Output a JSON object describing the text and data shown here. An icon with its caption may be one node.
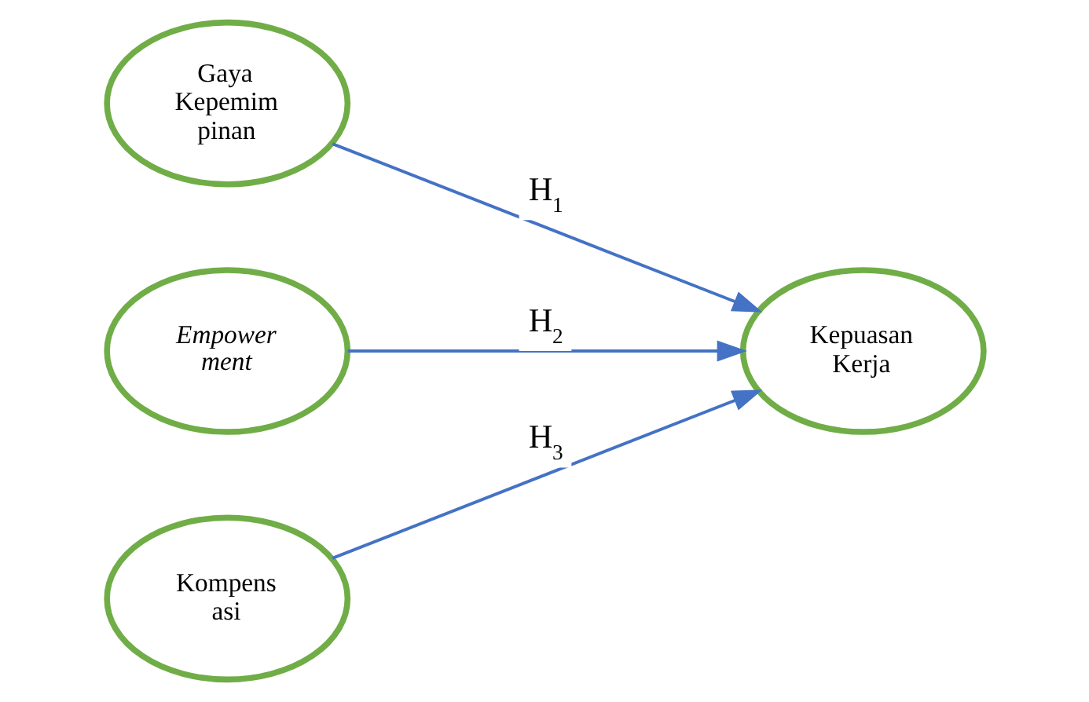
{
  "diagram": {
    "nodes": [
      {
        "text": [
          "Gaya Kepemim pinan"
        ]
      },
      {
        "text": [
          "Empower ment"
        ]
      },
      {
        "text": [
          "Kompens asi"
        ]
      },
      {
        "text": [
          "Kepuasan Kerja"
        ]
      }
    ],
    "edges": [
      {
        "from": 0,
        "to": 3,
        "arrow": "to",
        "label": "H$_{1}$"
      },
      {
        "from": 1,
        "to": 3,
        "arrow": "to",
        "label": "H$_{2}$"
      },
      {
        "from": 2,
        "to": 3,
        "arrow": "to",
        "label": "H$_{3}$"
      }
    ]
  }
}
